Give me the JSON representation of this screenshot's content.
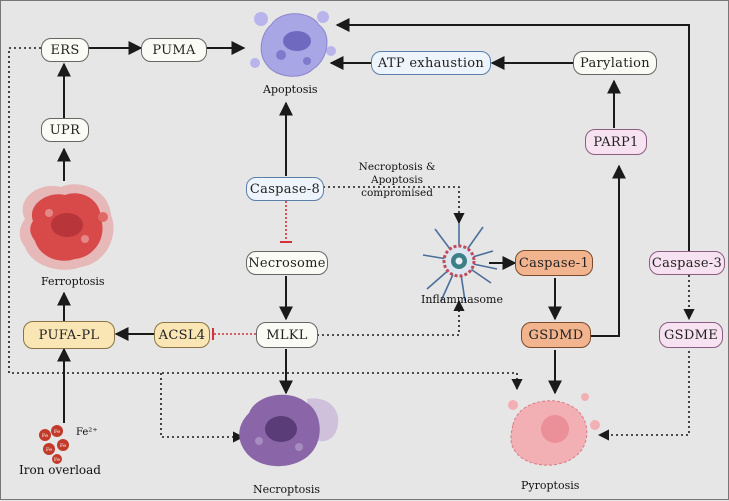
{
  "nodes": {
    "ers": "ERS",
    "puma": "PUMA",
    "upr": "UPR",
    "atp": "ATP exhaustion",
    "parylation": "Parylation",
    "parp1": "PARP1",
    "caspase8": "Caspase-8",
    "necrosome": "Necrosome",
    "mlkl": "MLKL",
    "acsl4": "ACSL4",
    "pufa": "PUFA-PL",
    "caspase1": "Caspase-1",
    "gsdmd": "GSDMD",
    "caspase3": "Caspase-3",
    "gsdme": "GSDME"
  },
  "labels": {
    "apoptosis": "Apoptosis",
    "ferroptosis": "Ferroptosis",
    "inflammasome": "Inflammasome",
    "necroptosis": "Necroptosis",
    "pyroptosis": "Pyroptosis",
    "iron_overload": "Iron overload",
    "fe_ion": "Fe²⁺",
    "fe_badge": "Fe",
    "compromised_line1": "Necroptosis & Apoptosis",
    "compromised_line2": "compromised"
  },
  "colors": {
    "apoptosis_cell": "#a9a6e6",
    "ferroptosis_cell": "#d84a4a",
    "necroptosis_cell": "#8a66a8",
    "pyroptosis_cell": "#f3b0b4",
    "inhibit": "#d4313a",
    "arrow": "#1a1a1a"
  }
}
